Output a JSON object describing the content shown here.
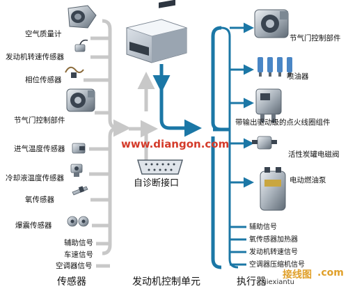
{
  "colors": {
    "line_gray": "#c8c8c8",
    "line_blue": "#1b77a6",
    "watermark_red": "#d43b2a",
    "logo_orange": "#e0a02a"
  },
  "sensors": {
    "title": "传感器",
    "items": [
      "空气质量计",
      "发动机转速传感器",
      "相位传感器",
      "节气门控制部件",
      "进气温度传感器",
      "冷却液温度传感器",
      "氧传感器",
      "爆震传感器"
    ],
    "signals": [
      "辅助信号",
      "车速信号",
      "空调器信号"
    ]
  },
  "ecu": {
    "title": "发动机控制单元",
    "diagnostic_port": "自诊断接口"
  },
  "actuators": {
    "title": "执行器",
    "items": [
      "节气门控制部件",
      "喷油器",
      "带输出驱动级的点火线圈组件",
      "活性炭罐电磁阀",
      "电动燃油泵"
    ],
    "signals": [
      "辅助信号",
      "氧传感器加热器",
      "发动机转速信号",
      "空调器压缩机信号"
    ]
  },
  "watermarks": {
    "site": "www.diangon.com",
    "logo": "接线图",
    "logo_domain": ".com",
    "sub": "jiexiantu"
  }
}
